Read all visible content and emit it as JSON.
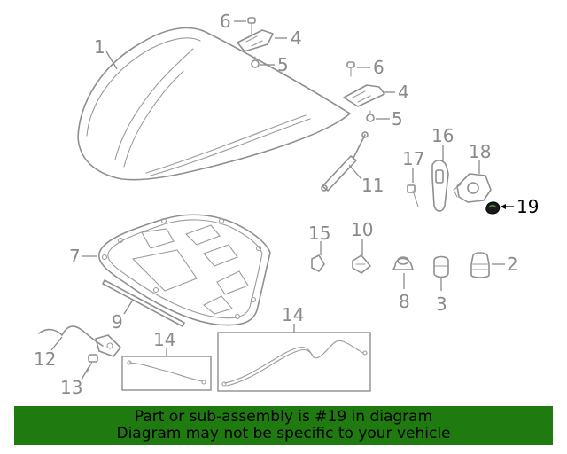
{
  "callouts": {
    "c1": "1",
    "c2": "2",
    "c3": "3",
    "c4a": "4",
    "c4b": "4",
    "c5a": "5",
    "c5b": "5",
    "c6a": "6",
    "c6b": "6",
    "c7": "7",
    "c8": "8",
    "c9": "9",
    "c10": "10",
    "c11": "11",
    "c12": "12",
    "c13": "13",
    "c14a": "14",
    "c14b": "14",
    "c15": "15",
    "c16": "16",
    "c17": "17",
    "c18": "18",
    "c19": "19"
  },
  "highlight_color": "#000000",
  "banner": {
    "line1": "Part or sub-assembly is #19 in diagram",
    "line2": "Diagram may not be specific to your vehicle",
    "background": "#1f7a0f"
  }
}
